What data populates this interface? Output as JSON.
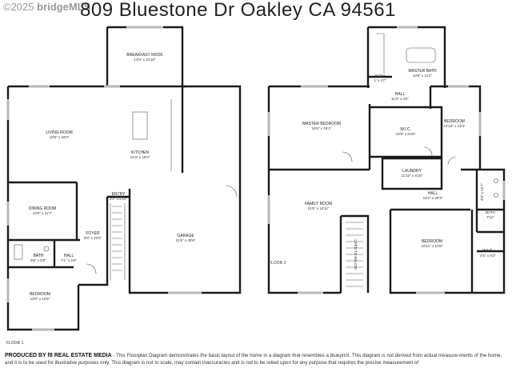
{
  "watermark": {
    "copyright": "©2025",
    "brand": "bridgeMLS"
  },
  "address": "809 Bluestone Dr Oakley CA 94561",
  "floor1": {
    "label": "FLOOR 1",
    "rooms": {
      "breakfast_nook": {
        "name": "BREAKFAST NOOK",
        "dims": "13'9\" x 10'10\""
      },
      "living_room": {
        "name": "LIVING ROOM",
        "dims": "19'5\" x 18'0\""
      },
      "kitchen": {
        "name": "KITCHEN",
        "dims": "14'3\" x 18'0\""
      },
      "dining_room": {
        "name": "DINING ROOM",
        "dims": "13'0\" x 11'7\""
      },
      "entry": {
        "name": "ENTRY",
        "dims": "3'2\" x 5'10\""
      },
      "foyer": {
        "name": "FOYER",
        "dims": "9'8\" x 22'5\""
      },
      "garage": {
        "name": "GARAGE",
        "dims": "21'6\" x 40'6\""
      },
      "bath": {
        "name": "BATH",
        "dims": "9'5\" x 5'0\""
      },
      "hall": {
        "name": "HALL",
        "dims": "7'1\" x 5'0\""
      },
      "bedroom": {
        "name": "BEDROOM",
        "dims": "13'0\" x 10'5\""
      }
    }
  },
  "floor2": {
    "label": "FLOOR 2",
    "rooms": {
      "master_bath": {
        "name": "MASTER BATH",
        "dims": "13'9\" x 11'2\""
      },
      "bath_small": {
        "name": "BATH",
        "dims": "1' x 4'7\""
      },
      "hall_top": {
        "name": "HALL",
        "dims": "11'3\" x 4'0\""
      },
      "master_bedroom": {
        "name": "MASTER BEDROOM",
        "dims": "19'5\" x 16'1\""
      },
      "wic_top": {
        "name": "W.I.C.",
        "dims": "13'9\" x 8'10\""
      },
      "bedroom_right": {
        "name": "BEDROOM",
        "dims": "13'10\" x 13'4\""
      },
      "laundry": {
        "name": "LAUNDRY",
        "dims": "11'10\" x 5'10\""
      },
      "family_room": {
        "name": "FAMILY ROOM",
        "dims": "21'5\" x 14'11\""
      },
      "hall_mid": {
        "name": "HALL",
        "dims": "19'2\" x 20'3\""
      },
      "bath_right": {
        "name": "BATH",
        "dims": "7'11\""
      },
      "open_to_below": {
        "name": "OPEN TO BELOW"
      },
      "bedroom_bottom": {
        "name": "BEDROOM",
        "dims": "16'11\" x 12'8\""
      },
      "wic_bottom": {
        "name": "W.I.C.",
        "dims": "4'5\" x 8'2\""
      },
      "closet_dim": {
        "dims": "4'0\" x 12'7\""
      }
    }
  },
  "footer": {
    "producer": "PRODUCED BY f8 REAL ESTATE MEDIA",
    "disclaimer": " - This Floorplan Diagram demonstrates the basic layout of the home in a diagram that resembles a blueprint. This diagram is not derived from actual measure-ments of the home, and it is to be used for illustrative purposes only. This diagram is not to scale, may contain inaccuracies and is not to be relied upon for any purpose that requires the precise measurement of"
  },
  "colors": {
    "wall": "#1a1a1a",
    "window": "#b8b8b8",
    "text": "#222222"
  }
}
